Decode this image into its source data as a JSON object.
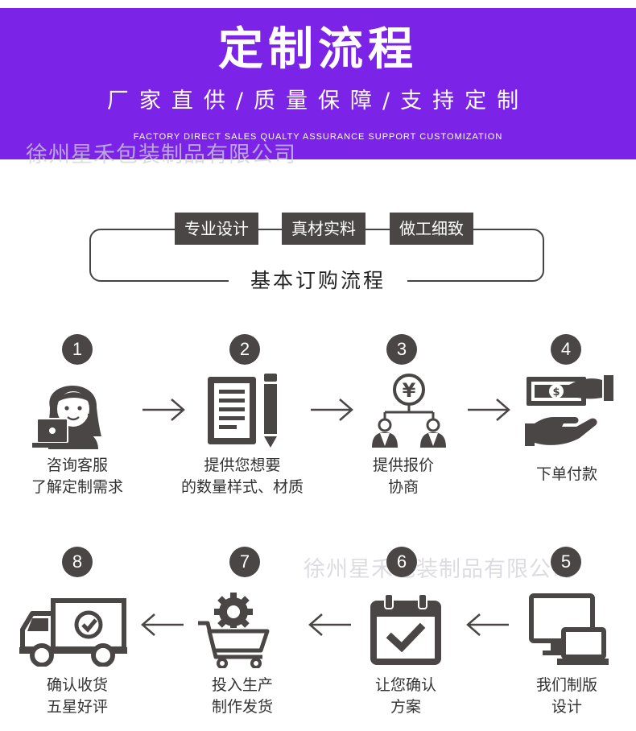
{
  "header": {
    "title": "定制流程",
    "subtitle": "厂家直供/质量保障/支持定制",
    "english": "FACTORY DIRECT SALES QUALTY ASSURANCE SUPPORT CUSTOMIZATION",
    "background": "#7c23e8"
  },
  "watermark": "徐州星禾包装制品有限公司",
  "features": [
    "专业设计",
    "真材实料",
    "做工细致"
  ],
  "section_title": "基本订购流程",
  "steps": [
    {
      "number": "1",
      "label_line1": "咨询客服",
      "label_line2": "了解定制需求",
      "icon": "customer-service-icon"
    },
    {
      "number": "2",
      "label_line1": "提供您想要",
      "label_line2": "的数量样式、材质",
      "icon": "document-pen-icon"
    },
    {
      "number": "3",
      "label_line1": "提供报价",
      "label_line2": "协商",
      "icon": "price-quote-icon"
    },
    {
      "number": "4",
      "label_line1": "下单付款",
      "label_line2": "",
      "icon": "payment-hand-icon"
    },
    {
      "number": "5",
      "label_line1": "我们制版",
      "label_line2": "设计",
      "icon": "monitor-laptop-icon"
    },
    {
      "number": "6",
      "label_line1": "让您确认",
      "label_line2": "方案",
      "icon": "calendar-check-icon"
    },
    {
      "number": "7",
      "label_line1": "投入生产",
      "label_line2": "制作发货",
      "icon": "cart-gear-icon"
    },
    {
      "number": "8",
      "label_line1": "确认收货",
      "label_line2": "五星好评",
      "icon": "delivery-truck-icon"
    }
  ],
  "colors": {
    "dark": "#4a4645",
    "accent": "#7c23e8"
  }
}
